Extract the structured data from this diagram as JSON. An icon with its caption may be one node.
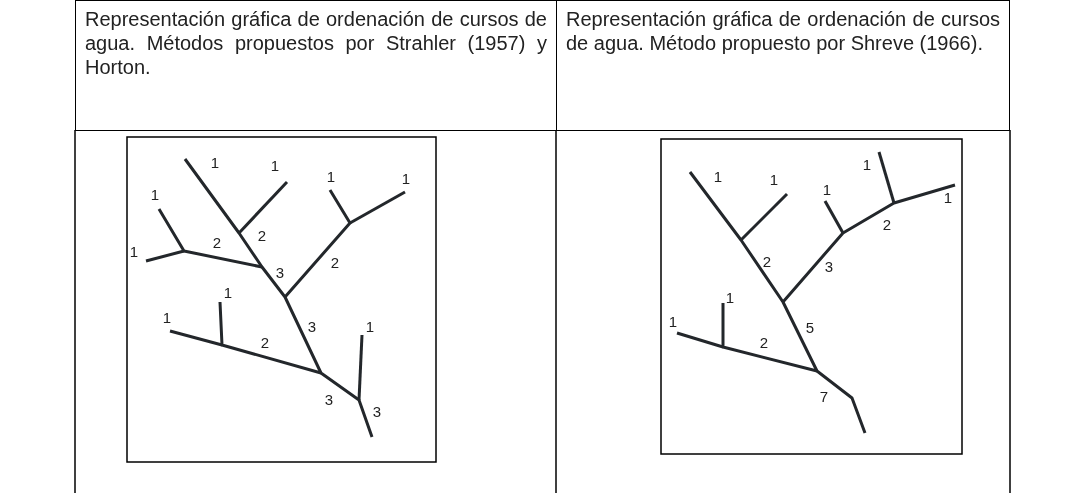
{
  "diagram": {
    "labels": [
      "Representación gráfica de ordenación de cursos de agua. Métodos propuestos por Strahler (1957) y Horton.",
      "Representación gráfica de ordenación de cursos de agua. Método propuesto por Shreve (1966).",
      "1",
      "1",
      "1",
      "1",
      "1",
      "2",
      "2",
      "1",
      "3",
      "2",
      "1",
      "3",
      "2",
      "1",
      "1",
      "3",
      "3",
      "1",
      "1",
      "1",
      "1",
      "1",
      "2",
      "2",
      "3",
      "1",
      "1",
      "5",
      "2",
      "7"
    ]
  }
}
